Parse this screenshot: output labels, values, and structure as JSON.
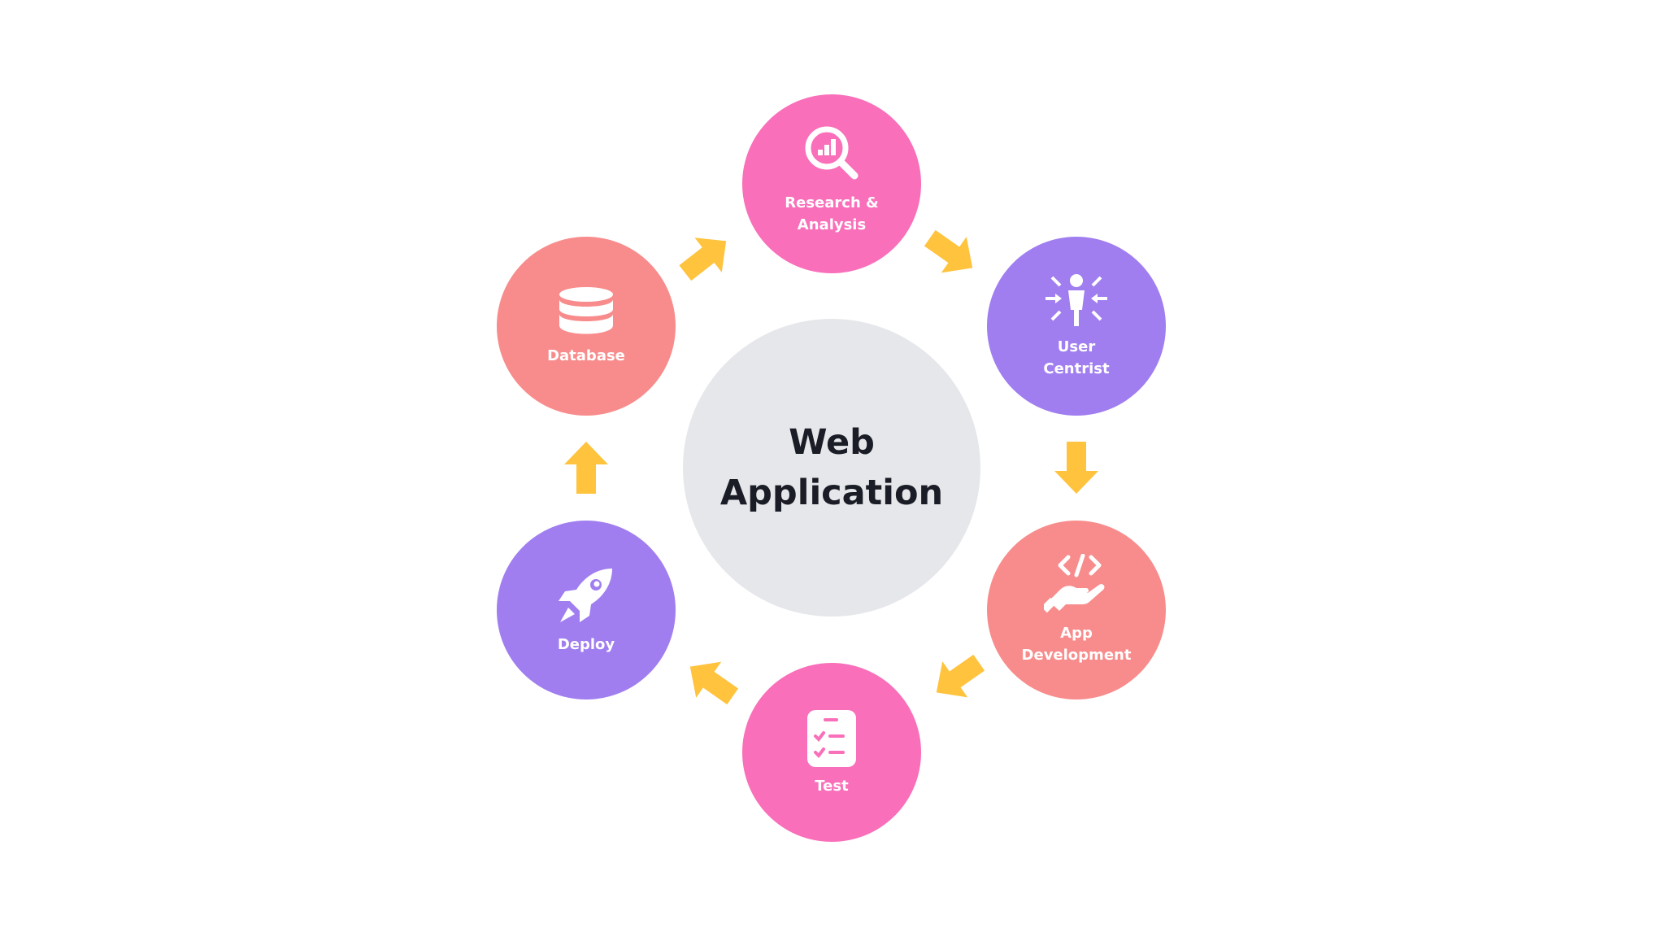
{
  "title": [
    "Web",
    "Application"
  ],
  "colors": {
    "pink": "#F96FBA",
    "purple": "#A07EF0",
    "salmon": "#F88C8C",
    "arrow": "#FFC33D",
    "center": "#E5E7EA"
  },
  "steps": [
    {
      "label": [
        "Research &",
        "Analysis"
      ],
      "icon": "magnifier-chart-icon"
    },
    {
      "label": [
        "User",
        "Centrist"
      ],
      "icon": "user-focus-icon"
    },
    {
      "label": [
        "App",
        "Development"
      ],
      "icon": "hand-code-icon"
    },
    {
      "label": [
        "Test"
      ],
      "icon": "checklist-icon"
    },
    {
      "label": [
        "Deploy"
      ],
      "icon": "rocket-icon"
    },
    {
      "label": [
        "Database"
      ],
      "icon": "database-icon"
    }
  ]
}
